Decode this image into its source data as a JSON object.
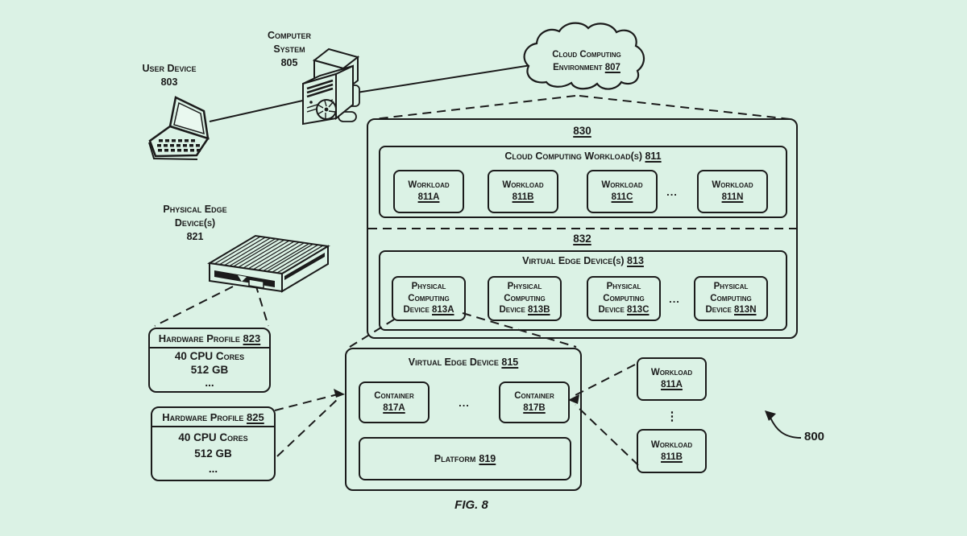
{
  "colors": {
    "background": "#dbf2e5",
    "ink": "#1b1b1b"
  },
  "figure": {
    "caption": "FIG. 8",
    "diagram_ref": "800"
  },
  "scene": {
    "user_device": {
      "label": "User Device",
      "ref": "803"
    },
    "computer_system": {
      "label": "Computer System",
      "ref": "805"
    },
    "cloud": {
      "label": "Cloud Computing Environment",
      "ref": "807"
    },
    "physical_edge_device": {
      "label": "Physical Edge Device(s)",
      "ref": "821"
    }
  },
  "cloud_box": {
    "ref_top": "830",
    "ref_bottom": "832",
    "workloads": {
      "title": "Cloud Computing Workload(s)",
      "title_ref": "811",
      "ellipsis": "...",
      "items": [
        {
          "label": "Workload",
          "ref": "811A"
        },
        {
          "label": "Workload",
          "ref": "811B"
        },
        {
          "label": "Workload",
          "ref": "811C"
        },
        {
          "label": "Workload",
          "ref": "811N"
        }
      ]
    },
    "virtual_edge_devices": {
      "title": "Virtual Edge Device(s)",
      "title_ref": "813",
      "ellipsis": "...",
      "items": [
        {
          "label": "Physical Computing Device",
          "ref": "813A"
        },
        {
          "label": "Physical Computing Device",
          "ref": "813B"
        },
        {
          "label": "Physical Computing Device",
          "ref": "813C"
        },
        {
          "label": "Physical Computing Device",
          "ref": "813N"
        }
      ]
    }
  },
  "hardware_profiles": [
    {
      "title": "Hardware Profile",
      "ref": "823",
      "lines": [
        "40 CPU Cores",
        "512 GB",
        "..."
      ]
    },
    {
      "title": "Hardware Profile",
      "ref": "825",
      "lines": [
        "40 CPU Cores",
        "512 GB",
        "..."
      ]
    }
  ],
  "virtual_edge_device": {
    "title": "Virtual Edge Device",
    "title_ref": "815",
    "ellipsis": "...",
    "containers": [
      {
        "label": "Container",
        "ref": "817A"
      },
      {
        "label": "Container",
        "ref": "817B"
      }
    ],
    "platform": {
      "label": "Platform",
      "ref": "819"
    }
  },
  "edge_workloads": {
    "vdots": "⋮",
    "items": [
      {
        "label": "Workload",
        "ref": "811A"
      },
      {
        "label": "Workload",
        "ref": "811B"
      }
    ]
  }
}
